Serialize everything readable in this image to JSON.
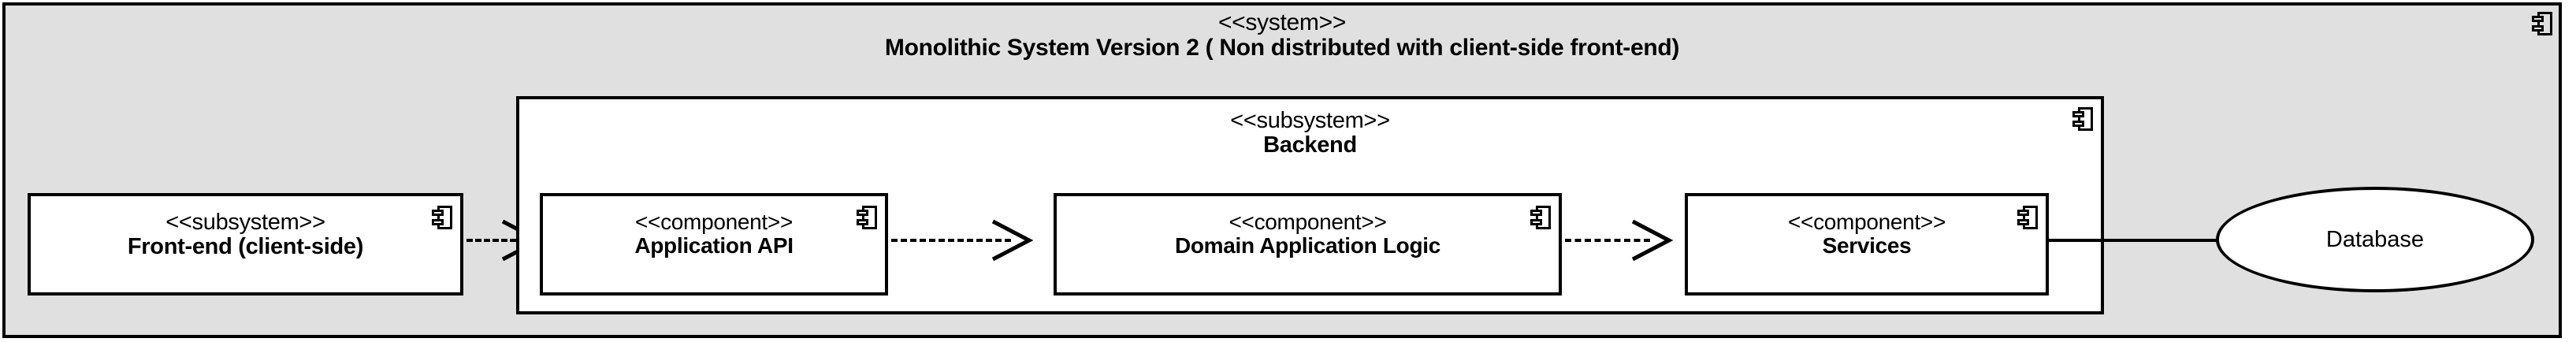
{
  "diagram": {
    "type": "uml-component-diagram",
    "background": "#ffffff"
  },
  "system": {
    "stereotype": "<<system>>",
    "name": "Monolithic System Version 2 ( Non distributed with client-side front-end)",
    "fill": "#e0e0e0",
    "stroke": "#000000",
    "icon": "component-icon"
  },
  "frontend": {
    "stereotype": "<<subsystem>>",
    "name": "Front-end (client-side)",
    "fill": "#ffffff",
    "icon": "component-icon"
  },
  "backend": {
    "stereotype": "<<subsystem>>",
    "name": "Backend",
    "fill": "#ffffff",
    "icon": "component-icon"
  },
  "components": [
    {
      "stereotype": "<<component>>",
      "name": "Application API",
      "icon": "component-icon"
    },
    {
      "stereotype": "<<component>>",
      "name": "Domain Application Logic",
      "icon": "component-icon"
    },
    {
      "stereotype": "<<component>>",
      "name": "Services",
      "icon": "component-icon"
    }
  ],
  "database": {
    "name": "Database",
    "shape": "ellipse",
    "fill": "#ffffff"
  },
  "connectors": [
    {
      "from": "Front-end (client-side)",
      "to": "Application API",
      "style": "dashed",
      "arrow": "open"
    },
    {
      "from": "Application API",
      "to": "Domain Application Logic",
      "style": "dashed",
      "arrow": "open"
    },
    {
      "from": "Domain Application Logic",
      "to": "Services",
      "style": "dashed",
      "arrow": "open"
    },
    {
      "from": "Services",
      "to": "Database",
      "style": "solid",
      "arrow": "none"
    }
  ]
}
